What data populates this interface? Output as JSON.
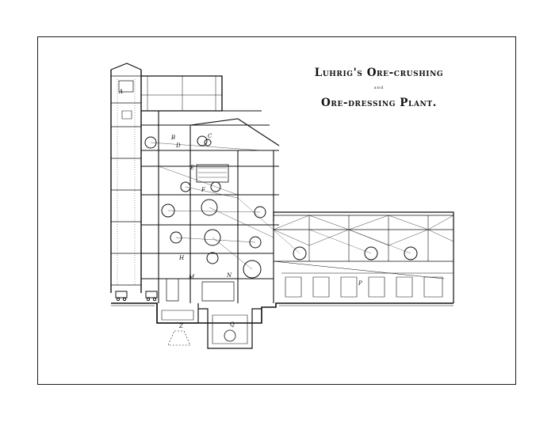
{
  "title": {
    "line1": "Luhrig's Ore-crushing",
    "line2": "and",
    "line3": "Ore-dressing Plant."
  },
  "drawing_labels": {
    "a": "A",
    "b": "B",
    "c": "C",
    "d": "D",
    "e": "E",
    "f": "F",
    "h": "H",
    "m": "M",
    "n": "N",
    "p": "P",
    "q": "Q",
    "z": "Z"
  }
}
